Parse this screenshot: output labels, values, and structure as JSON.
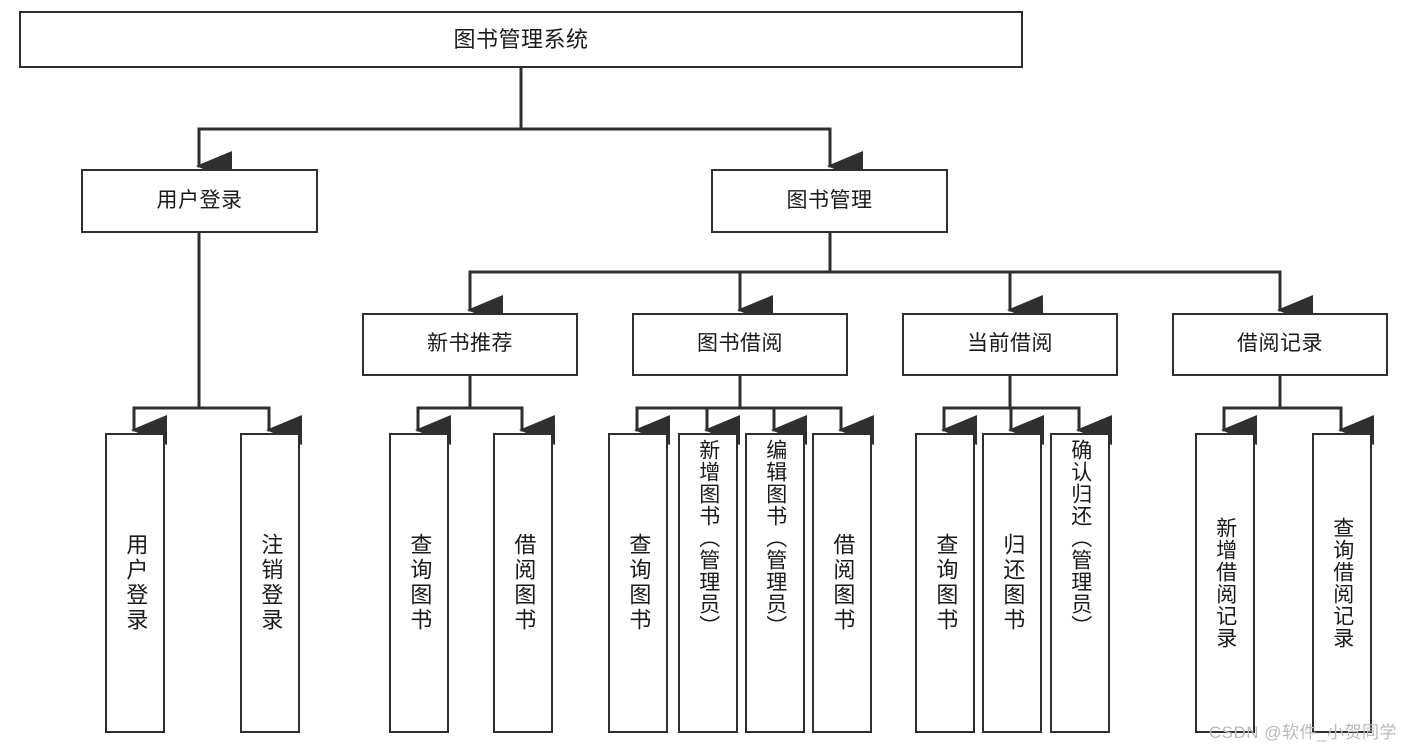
{
  "diagram": {
    "type": "tree",
    "title": "图书管理系统",
    "root": {
      "label": "图书管理系统"
    },
    "level2": [
      {
        "label": "用户登录"
      },
      {
        "label": "图书管理"
      }
    ],
    "level3": [
      {
        "label": "新书推荐"
      },
      {
        "label": "图书借阅"
      },
      {
        "label": "当前借阅"
      },
      {
        "label": "借阅记录"
      }
    ],
    "leaves": {
      "user_login": [
        {
          "label": "用户登录"
        },
        {
          "label": "注销登录"
        }
      ],
      "new_book": [
        {
          "label": "查询图书"
        },
        {
          "label": "借阅图书"
        }
      ],
      "book_borrow": [
        {
          "label": "查询图书"
        },
        {
          "label": "新增图书（管理员）"
        },
        {
          "label": "编辑图书（管理员）"
        },
        {
          "label": "借阅图书"
        }
      ],
      "current_borrow": [
        {
          "label": "查询图书"
        },
        {
          "label": "归还图书"
        },
        {
          "label": "确认归还（管理员）"
        }
      ],
      "borrow_record": [
        {
          "label": "新增借阅记录"
        },
        {
          "label": "查询借阅记录"
        }
      ]
    }
  },
  "watermark": {
    "text": "CSDN @软件_小贺同学"
  },
  "colors": {
    "stroke": "#2f2f2f",
    "fill": "#ffffff",
    "text": "#1a1a1a",
    "watermark": "#b9b9b9"
  }
}
